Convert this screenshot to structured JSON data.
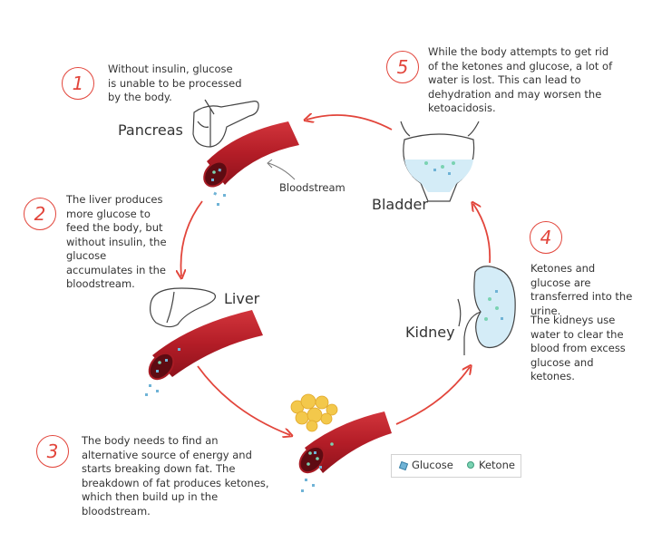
{
  "colors": {
    "accent": "#e2453b",
    "vessel": "#b9202a",
    "vessel_dark": "#7a0f18",
    "glucose": "#6fb3d6",
    "ketone": "#7ad3b2",
    "fluid": "#d4ecf7",
    "fat": "#f3c84b"
  },
  "steps": [
    {
      "number": "1",
      "text": "Without insulin, glucose is unable to be processed by the body."
    },
    {
      "number": "2",
      "text": "The liver produces more glucose to feed the body, but without insulin, the glucose accumulates in the bloodstream."
    },
    {
      "number": "3",
      "text": "The body needs to find an alternative source of energy and starts breaking down fat. The breakdown of fat produces ketones, which then build up in the bloodstream."
    },
    {
      "number": "4",
      "text": "Ketones and glucose are transferred into the urine.",
      "text2": "The kidneys use water to clear the blood from excess glucose and ketones."
    },
    {
      "number": "5",
      "text": "While the body attempts to get rid of the ketones and glucose, a lot of water is lost. This can lead to dehydration and may worsen the ketoacidosis."
    }
  ],
  "organs": {
    "pancreas": "Pancreas",
    "liver": "Liver",
    "kidney": "Kidney",
    "bladder": "Bladder"
  },
  "bloodstream_label": "Bloodstream",
  "legend": {
    "glucose": "Glucose",
    "ketone": "Ketone",
    "glucose_icon": "glucose-crystal-icon",
    "ketone_icon": "ketone-dot-icon"
  }
}
